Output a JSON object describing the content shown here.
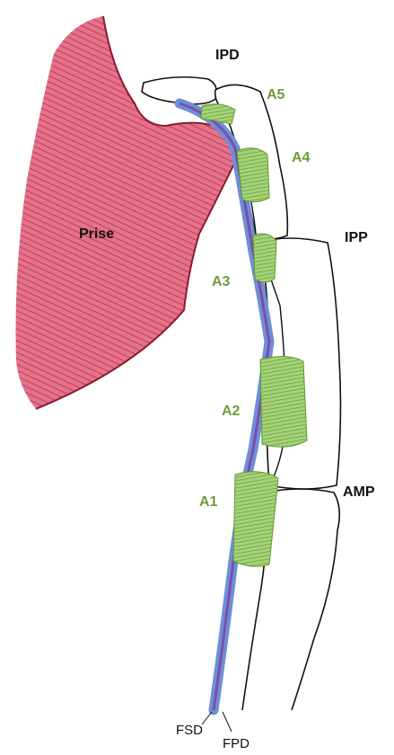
{
  "labels": {
    "hold": "Prise",
    "ipd": "IPD",
    "ipp": "IPP",
    "amp": "AMP",
    "a1": "A1",
    "a2": "A2",
    "a3": "A3",
    "a4": "A4",
    "a5": "A5",
    "fsd": "FSD",
    "fpd": "FPD"
  },
  "colors": {
    "hold_fill": "#d9536f",
    "hold_outline": "#8b1a2e",
    "tendon_blue": "#6d8fd6",
    "tendon_purple": "#7a4fa8",
    "pulley_green": "#7ab648",
    "label_green": "#6f9b3a",
    "bone_outline": "#111111"
  }
}
